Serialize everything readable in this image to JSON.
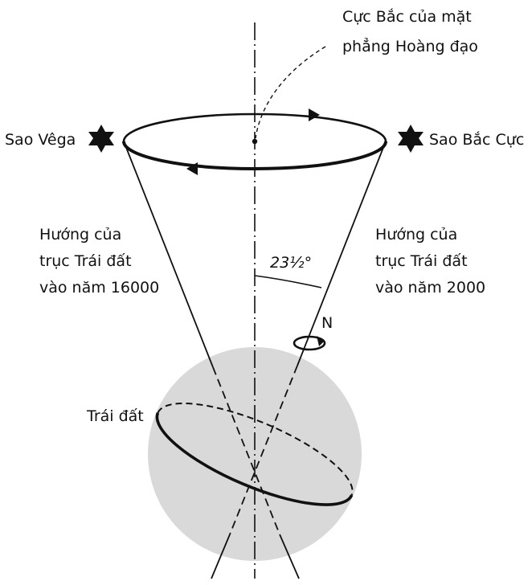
{
  "labels": {
    "ecliptic_pole_line1": "Cực Bắc của mặt",
    "ecliptic_pole_line2": "phẳng Hoàng đạo",
    "vega": "Sao Vêga",
    "polaris": "Sao Bắc Cực",
    "axis_16000_line1": "Hướng của",
    "axis_16000_line2": "trục Trái đất",
    "axis_16000_line3": "vào năm 16000",
    "axis_2000_line1": "Hướng của",
    "axis_2000_line2": "trục Trái đất",
    "axis_2000_line3": "vào năm 2000",
    "angle": "23½°",
    "north": "N",
    "earth": "Trái đất"
  },
  "colors": {
    "earth_fill": "#d9d9d9",
    "line": "#111111"
  }
}
